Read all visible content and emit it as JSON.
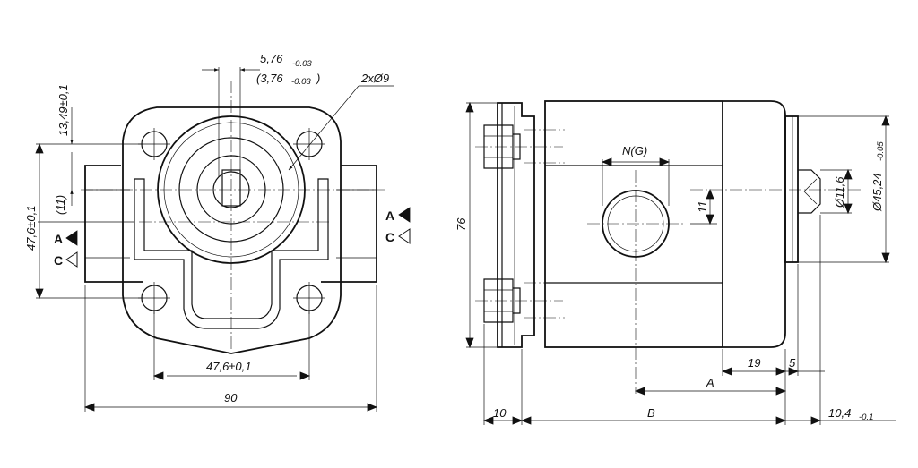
{
  "front_view": {
    "dim_key_width": "5,76",
    "dim_key_width_tol": "-0.03",
    "dim_key_depth": "(3,76",
    "dim_key_depth_tol": "-0.03",
    "dim_key_depth_close": ")",
    "dim_holes": "2xØ9",
    "dim_top_offset": "13,49±0,1",
    "dim_mid_offset": "(11)",
    "dim_vertical_bolt": "47,6±0,1",
    "dim_horizontal_bolt": "47,6±0,1",
    "dim_overall_width": "90",
    "port_a_left": "A",
    "port_c_left": "C",
    "port_a_right": "A",
    "port_c_right": "C"
  },
  "side_view": {
    "dim_height": "76",
    "dim_port": "N(G)",
    "dim_port_offset": "11",
    "dim_shaft_dia": "Ø11,6",
    "dim_pilot_dia": "Ø45,24",
    "dim_pilot_tol": "-0.05",
    "dim_19": "19",
    "dim_5": "5",
    "dim_a": "A",
    "dim_10": "10",
    "dim_b": "B",
    "dim_shaft_len": "10,4",
    "dim_shaft_len_tol": "-0.1"
  }
}
